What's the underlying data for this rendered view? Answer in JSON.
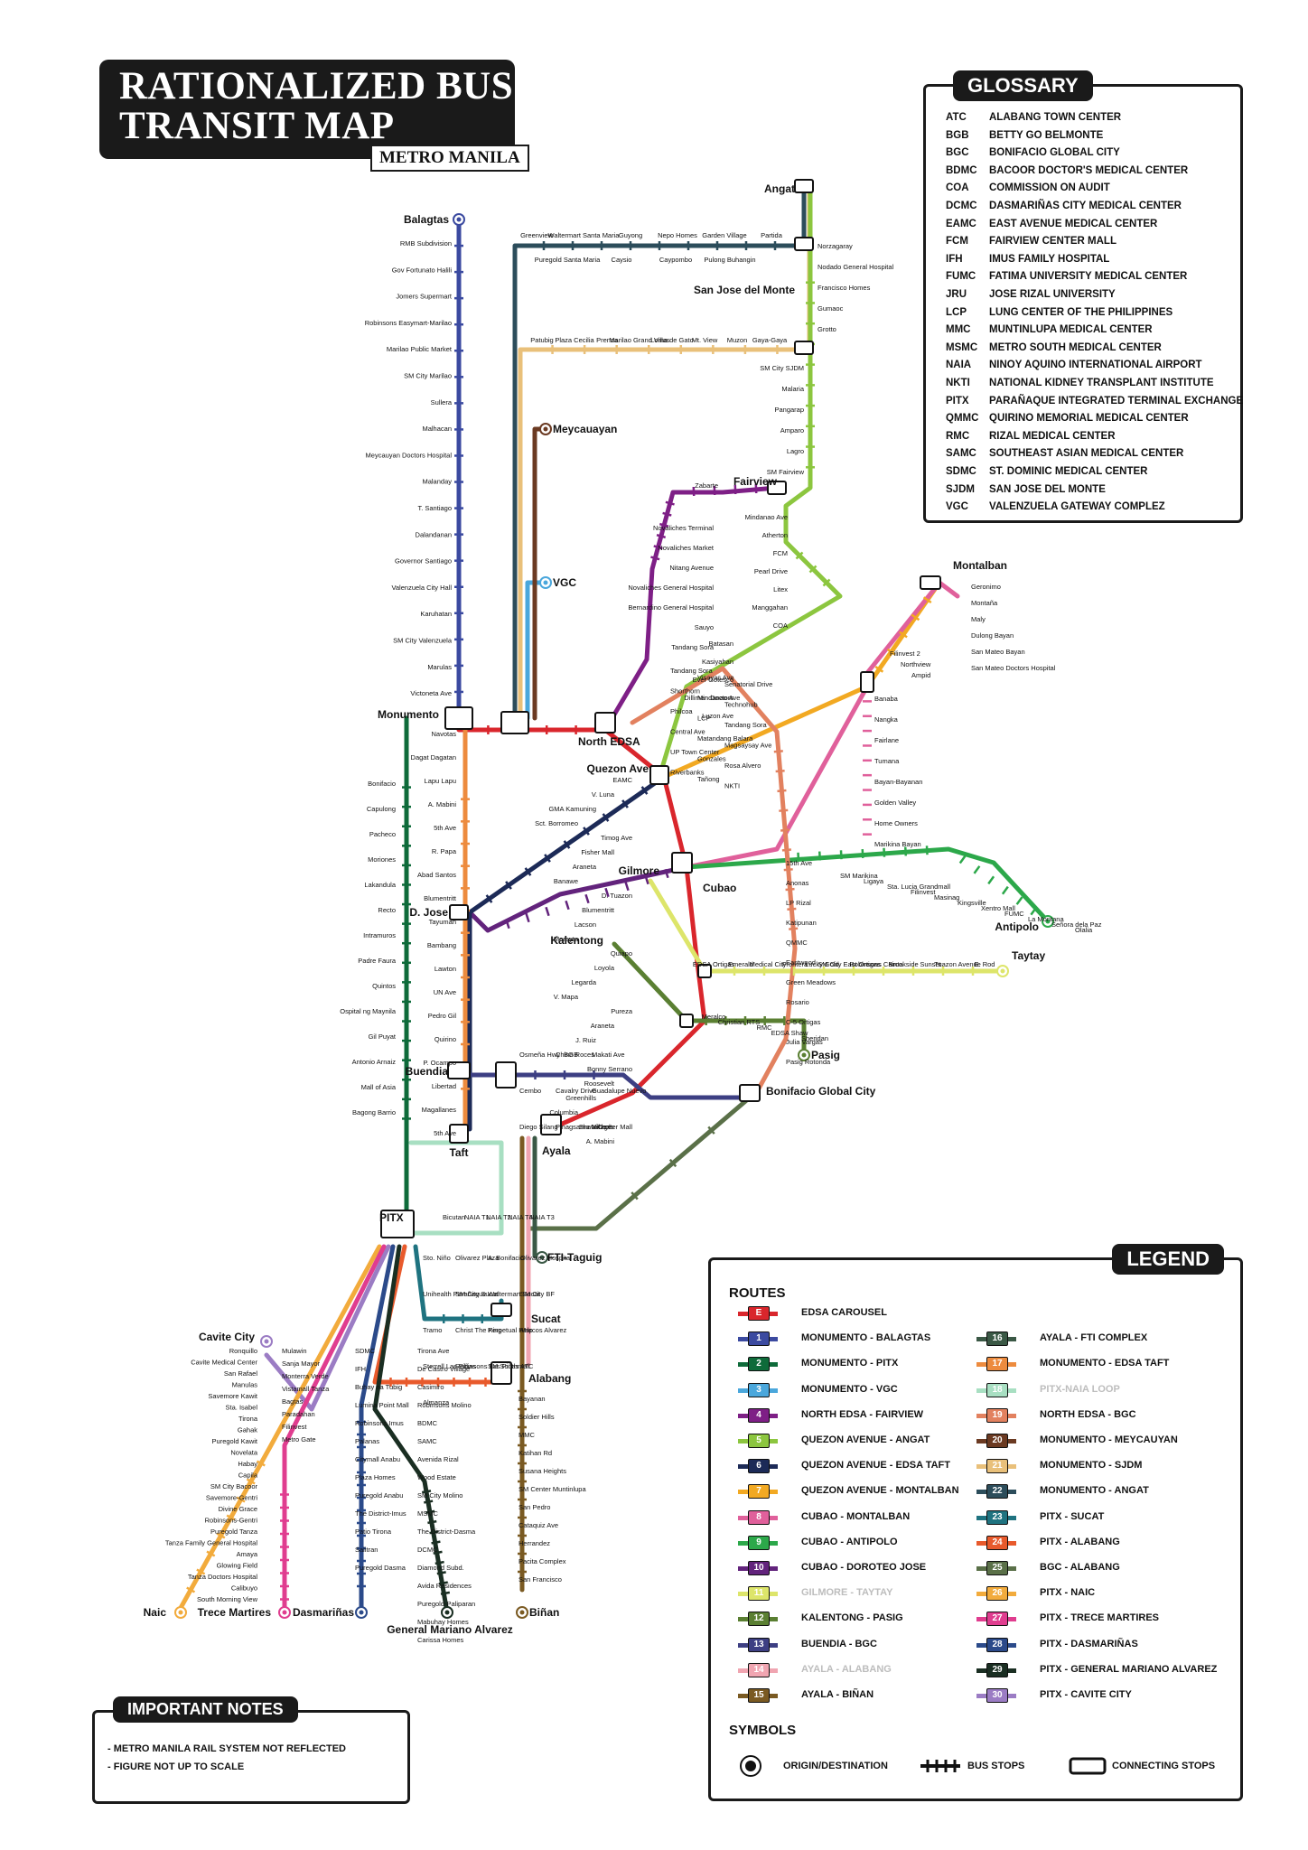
{
  "title": {
    "line1": "RATIONALIZED BUS",
    "line2": "TRANSIT MAP",
    "subtitle": "METRO MANILA"
  },
  "glossary": {
    "heading": "GLOSSARY",
    "entries": [
      {
        "abbr": "ATC",
        "full": "ALABANG TOWN CENTER"
      },
      {
        "abbr": "BGB",
        "full": "BETTY GO BELMONTE"
      },
      {
        "abbr": "BGC",
        "full": "BONIFACIO GLOBAL CITY"
      },
      {
        "abbr": "BDMC",
        "full": "BACOOR DOCTOR'S MEDICAL CENTER"
      },
      {
        "abbr": "COA",
        "full": "COMMISSION ON AUDIT"
      },
      {
        "abbr": "DCMC",
        "full": "DASMARIÑAS CITY MEDICAL CENTER"
      },
      {
        "abbr": "EAMC",
        "full": "EAST AVENUE MEDICAL CENTER"
      },
      {
        "abbr": "FCM",
        "full": "FAIRVIEW CENTER MALL"
      },
      {
        "abbr": "IFH",
        "full": "IMUS FAMILY HOSPITAL"
      },
      {
        "abbr": "FUMC",
        "full": "FATIMA UNIVERSITY MEDICAL CENTER"
      },
      {
        "abbr": "JRU",
        "full": "JOSE RIZAL UNIVERSITY"
      },
      {
        "abbr": "LCP",
        "full": "LUNG CENTER OF THE PHILIPPINES"
      },
      {
        "abbr": "MMC",
        "full": "MUNTINLUPA MEDICAL CENTER"
      },
      {
        "abbr": "MSMC",
        "full": "METRO SOUTH MEDICAL CENTER"
      },
      {
        "abbr": "NAIA",
        "full": "NINOY AQUINO INTERNATIONAL AIRPORT"
      },
      {
        "abbr": "NKTI",
        "full": "NATIONAL KIDNEY TRANSPLANT INSTITUTE"
      },
      {
        "abbr": "PITX",
        "full": "PARAÑAQUE INTEGRATED TERMINAL EXCHANGE"
      },
      {
        "abbr": "QMMC",
        "full": "QUIRINO MEMORIAL MEDICAL CENTER"
      },
      {
        "abbr": "RMC",
        "full": "RIZAL MEDICAL CENTER"
      },
      {
        "abbr": "SAMC",
        "full": "SOUTHEAST ASIAN MEDICAL CENTER"
      },
      {
        "abbr": "SDMC",
        "full": "ST. DOMINIC MEDICAL CENTER"
      },
      {
        "abbr": "SJDM",
        "full": "SAN JOSE DEL MONTE"
      },
      {
        "abbr": "VGC",
        "full": "VALENZUELA GATEWAY COMPLEZ"
      }
    ]
  },
  "legend": {
    "heading": "LEGEND",
    "routes_heading": "ROUTES",
    "symbols_heading": "SYMBOLS",
    "routes": [
      {
        "code": "E",
        "name": "EDSA CAROUSEL",
        "color": "#d9262c"
      },
      {
        "code": "1",
        "name": "MONUMENTO - BALAGTAS",
        "color": "#3b4aa0"
      },
      {
        "code": "2",
        "name": "MONUMENTO - PITX",
        "color": "#0e6b3a"
      },
      {
        "code": "3",
        "name": "MONUMENTO - VGC",
        "color": "#4aa7dc"
      },
      {
        "code": "4",
        "name": "NORTH EDSA - FAIRVIEW",
        "color": "#7e1f86"
      },
      {
        "code": "5",
        "name": "QUEZON AVENUE - ANGAT",
        "color": "#8cc63f"
      },
      {
        "code": "6",
        "name": "QUEZON AVENUE - EDSA TAFT",
        "color": "#1c2a57"
      },
      {
        "code": "7",
        "name": "QUEZON AVENUE - MONTALBAN",
        "color": "#f2a922"
      },
      {
        "code": "8",
        "name": "CUBAO - MONTALBAN",
        "color": "#e0609b"
      },
      {
        "code": "9",
        "name": "CUBAO - ANTIPOLO",
        "color": "#2ca84a"
      },
      {
        "code": "10",
        "name": "CUBAO - DOROTEO JOSE",
        "color": "#62237c"
      },
      {
        "code": "11",
        "name": "GILMORE - TAYTAY",
        "color": "#dde56a"
      },
      {
        "code": "12",
        "name": "KALENTONG - PASIG",
        "color": "#5a7f32"
      },
      {
        "code": "13",
        "name": "BUENDIA - BGC",
        "color": "#3d3f83"
      },
      {
        "code": "14",
        "name": "AYALA - ALABANG",
        "color": "#f0a5b1"
      },
      {
        "code": "15",
        "name": "AYALA - BIÑAN",
        "color": "#7a5a22"
      },
      {
        "code": "16",
        "name": "AYALA - FTI COMPLEX",
        "color": "#3a5845"
      },
      {
        "code": "17",
        "name": "MONUMENTO - EDSA TAFT",
        "color": "#ed8b3e"
      },
      {
        "code": "18",
        "name": "PITX-NAIA LOOP",
        "color": "#a8dfc2"
      },
      {
        "code": "19",
        "name": "NORTH EDSA - BGC",
        "color": "#e2815f"
      },
      {
        "code": "20",
        "name": "MONUMENTO - MEYCAUYAN",
        "color": "#6b3a22"
      },
      {
        "code": "21",
        "name": "MONUMENTO - SJDM",
        "color": "#e9c07a"
      },
      {
        "code": "22",
        "name": "MONUMENTO - ANGAT",
        "color": "#2c4d5b"
      },
      {
        "code": "23",
        "name": "PITX - SUCAT",
        "color": "#1f7380"
      },
      {
        "code": "24",
        "name": "PITX - ALABANG",
        "color": "#e85a2c"
      },
      {
        "code": "25",
        "name": "BGC - ALABANG",
        "color": "#5a7048"
      },
      {
        "code": "26",
        "name": "PITX - NAIC",
        "color": "#f2ab3c"
      },
      {
        "code": "27",
        "name": "PITX - TRECE MARTIRES",
        "color": "#e03d8f"
      },
      {
        "code": "28",
        "name": "PITX - DASMARIÑAS",
        "color": "#2b4a8a"
      },
      {
        "code": "29",
        "name": "PITX - GENERAL MARIANO ALVAREZ",
        "color": "#1a2e22"
      },
      {
        "code": "30",
        "name": "PITX - CAVITE CITY",
        "color": "#9b7cc4"
      }
    ],
    "symbols": [
      {
        "icon": "origin-destination-icon",
        "label": "ORIGIN/DESTINATION"
      },
      {
        "icon": "bus-stops-icon",
        "label": "BUS STOPS"
      },
      {
        "icon": "connecting-stops-icon",
        "label": "CONNECTING STOPS"
      }
    ]
  },
  "notes": {
    "heading": "IMPORTANT NOTES",
    "items": [
      "- METRO MANILA RAIL SYSTEM NOT REFLECTED",
      "- FIGURE NOT UP TO SCALE"
    ]
  },
  "map": {
    "terminals": {
      "balagtas": "Balagtas",
      "angat": "Angat",
      "san_jose": "San Jose del Monte",
      "meycauayan": "Meycauayan",
      "vgc": "VGC",
      "fairview": "Fairview",
      "montalban": "Montalban",
      "monumento": "Monumento",
      "north_edsa": "North EDSA",
      "quezon_ave": "Quezon Ave",
      "gilmore": "Gilmore",
      "cubao": "Cubao",
      "d_jose": "D. Jose",
      "kalentong": "Kalentong",
      "antipolo": "Antipolo",
      "taytay": "Taytay",
      "pasig": "Pasig",
      "buendia": "Buendia",
      "bgc": "Bonifacio Global City",
      "ayala": "Ayala",
      "taft": "Taft",
      "pitx": "PITX",
      "fti": "FTI-Taguig",
      "sucat": "Sucat",
      "alabang": "Alabang",
      "cavite_city": "Cavite City",
      "naic": "Naic",
      "trece": "Trece Martires",
      "dasmarinas": "Dasmariñas",
      "gma": "General Mariano Alvarez",
      "binan": "Biñan"
    },
    "stops": {
      "balagtas_line": [
        "RMB Subdivision",
        "Gov Fortunato Halili",
        "Jomers Supermart",
        "Robinsons Easymart-Marilao",
        "Marilao Public Market",
        "SM City Marilao",
        "Sullera",
        "Malhacan",
        "Meycauyan Doctors Hospital",
        "Malanday",
        "T. Santiago",
        "Dalandanan",
        "Governor Santiago",
        "Valenzuela City Hall",
        "Karuhatan",
        "SM City Valenzuela",
        "Marulas",
        "Victoneta Ave"
      ],
      "angat_line": [
        "Norzagaray",
        "Nodado General Hospital",
        "Francisco Homes",
        "Gumaoc",
        "Grotto",
        "SM City SJDM",
        "Malaria",
        "Pangarap",
        "Amparo",
        "Lagro",
        "SM Fairview"
      ],
      "angat_west": [
        "Greenview",
        "Waltermart Santa Maria",
        "Guyong",
        "Nepo Homes",
        "Garden Village",
        "Partida",
        "Puregold Santa Maria",
        "Caysio",
        "Caypombo",
        "Pulong Buhangin"
      ],
      "sjdm_west": [
        "Patubig",
        "Plaza Cecilia",
        "Prenza",
        "Marilao Grand Villas",
        "Loma de Gato",
        "Mt. View",
        "Muzon",
        "Gaya-Gaya"
      ],
      "fairview_line": [
        "Zabarte",
        "Novaliches Terminal",
        "Novaliches Market",
        "Nitang Avenue",
        "Novaliches General Hospital",
        "Bernardino General Hospital",
        "Sauyo",
        "Tandang Sora",
        "Mindanao Ave",
        "Atherton",
        "FCM",
        "Pearl Drive",
        "Litex",
        "Manggahan",
        "COA",
        "Batasan",
        "Kasiyahan",
        "Ever Gotesco",
        "Dilliman Doctors",
        "Luzon Ave"
      ],
      "montalban_line": [
        "Geronimo",
        "Montaña",
        "Maly",
        "Dulong Bayan",
        "San Mateo Bayan",
        "San Mateo Doctors Hospital",
        "Filinvest 2",
        "Northview",
        "Ampid",
        "Banaba",
        "Nangka",
        "Fairlane",
        "Tumana",
        "Bayan-Bayanan",
        "Golden Valley",
        "Home Owners",
        "Marikina Bayan"
      ],
      "central": [
        "Tandang Sora",
        "Visayas Ave",
        "Senatorial Drive",
        "Shorthorn",
        "Mindanao Ave",
        "Technohub",
        "Philcoa",
        "LCP",
        "Tandang Sora",
        "Central Ave",
        "Matandang Balara",
        "Magsaysay Ave",
        "UP Town Center",
        "Gonzales",
        "Rosa Alvero",
        "Riverbanks",
        "Tañong",
        "NKTI",
        "EAMC",
        "V. Luna",
        "GMA Kamuning",
        "Sct. Borromeo",
        "Timog Ave",
        "Fisher Mall",
        "Araneta",
        "Banawe",
        "D. Tuazon",
        "Blumentritt",
        "Lacson",
        "Morayta",
        "Quiapo",
        "Loyola",
        "Legarda",
        "V. Mapa",
        "Pureza",
        "Araneta",
        "J. Ruiz",
        "BGB",
        "Bonny Serrano",
        "Roosevelt",
        "Greenhills",
        "Columbia",
        "Shaw Center Mall",
        "A. Mabini"
      ],
      "cubao_east": [
        "15th Ave",
        "Anonas",
        "LP Rizal",
        "Katipunan",
        "QMMC",
        "Eastwood",
        "Green Meadows",
        "Rosario",
        "C-5 Ortigas",
        "Julia Vargas",
        "Pasig Rotonda",
        "SM Marikina",
        "Ligaya",
        "Sta. Lucia Grandmall",
        "Filinvest",
        "Masinag",
        "Kingsville",
        "Xentro Mall",
        "FUMC",
        "La Montana",
        "Señora dela Paz",
        "Olalia"
      ],
      "taytay_line": [
        "EDSA Ortigas",
        "Emerald",
        "Medical City",
        "Frontera",
        "Lucky Gold",
        "SM City East Ortigas",
        "Robinsons Cainta",
        "Brookside",
        "Sunset",
        "Tuazon Avenue",
        "E. Rod",
        "Meralco",
        "Christian RTS",
        "RMC",
        "EDSA Shaw",
        "Sheridan"
      ],
      "west": [
        "Navotas",
        "Dagat Dagatan",
        "Lapu Lapu",
        "A. Mabini",
        "5th Ave",
        "R. Papa",
        "Abad Santos",
        "Blumentritt",
        "Tayuman",
        "Bambang",
        "Lawton",
        "UN Ave",
        "Pedro Gil",
        "Quirino",
        "P. Ocampo",
        "Libertad",
        "Magallanes",
        "5th Ave",
        "Bonifacio",
        "Capulong",
        "Pacheco",
        "Moriones",
        "Lakandula",
        "Recto",
        "Intramuros",
        "Padre Faura",
        "Quintos",
        "Ospital ng Maynila",
        "Gil Puyat",
        "Antonio Arnaiz",
        "Mall of Asia",
        "Bagong Barrio"
      ],
      "south": [
        "Osmeña Hwy",
        "Chino Roces",
        "Makati Ave",
        "Cembo",
        "Cavalry Drive",
        "Guadalupe Nuevo",
        "Diego Silang",
        "Pinagsama Village",
        "Nichols",
        "Bicutan",
        "NAIA T1",
        "NAIA T2",
        "NAIA T4",
        "NAIA T3",
        "Sto. Niño",
        "Olivarez Plaza",
        "A. Bonifacio",
        "Olivarez Hospital",
        "Unihealth Parañaque",
        "SM City Sucat",
        "Waltermart Sucat",
        "SM City BF",
        "Tramo",
        "Christ The King",
        "Perpetual Help",
        "Marcos Alvarez",
        "Sterrell Las Piñas",
        "Robinsons Las Piñas",
        "SM Southmall",
        "ATC",
        "Almanza"
      ],
      "alabang_south": [
        "Bayanan",
        "Soldier Hills",
        "MMC",
        "Katihan Rd",
        "Susana Heights",
        "SM Center Muntinlupa",
        "San Pedro",
        "Cataquiz Ave",
        "Herrandez",
        "Pacita Complex",
        "San Francisco"
      ],
      "cavite": [
        "Ronquillo",
        "Cavite Medical Center",
        "San Rafael",
        "Manulas",
        "Savemore Kawit",
        "Sta. Isabel",
        "Tirona",
        "Gahak",
        "Puregold Kawit",
        "Novelata",
        "Habay",
        "Capila",
        "SM City Bacoor",
        "Savemore-Gentri",
        "Divine Grace",
        "Robinsons-Gentri",
        "Puregold Tanza",
        "Tanza Family General Hospital",
        "Amaya",
        "Glowing Field",
        "Tanza Doctors Hospital",
        "Calibuyo",
        "South Morning View",
        "Mulawin",
        "Sanja Mayor",
        "Monterra Verde",
        "Vistamall Tanza",
        "Bagtas",
        "Paradahan",
        "Filinvest",
        "Metro Gate",
        "SDMC",
        "IFH",
        "Buhay na Tubig",
        "Lumina Point Mall",
        "Robinsons Imus",
        "Palanas",
        "Citymall Anabu",
        "Plaza Homes",
        "Puregold Anabu",
        "The District-Imus",
        "Patio Tirona",
        "Salitran",
        "Puregold Dasma",
        "Tirona Ave",
        "De Castro Village",
        "Casimiro",
        "Robinsons Molino",
        "BDMC",
        "SAMC",
        "Avenida Rizal",
        "Wood Estate",
        "SM City Molino",
        "MSMC",
        "The District-Dasma",
        "DCMC",
        "Diamond Subd.",
        "Avida Residences",
        "Puregold-Paliparan",
        "Mabuhay Homes",
        "Carissa Homes"
      ]
    }
  }
}
